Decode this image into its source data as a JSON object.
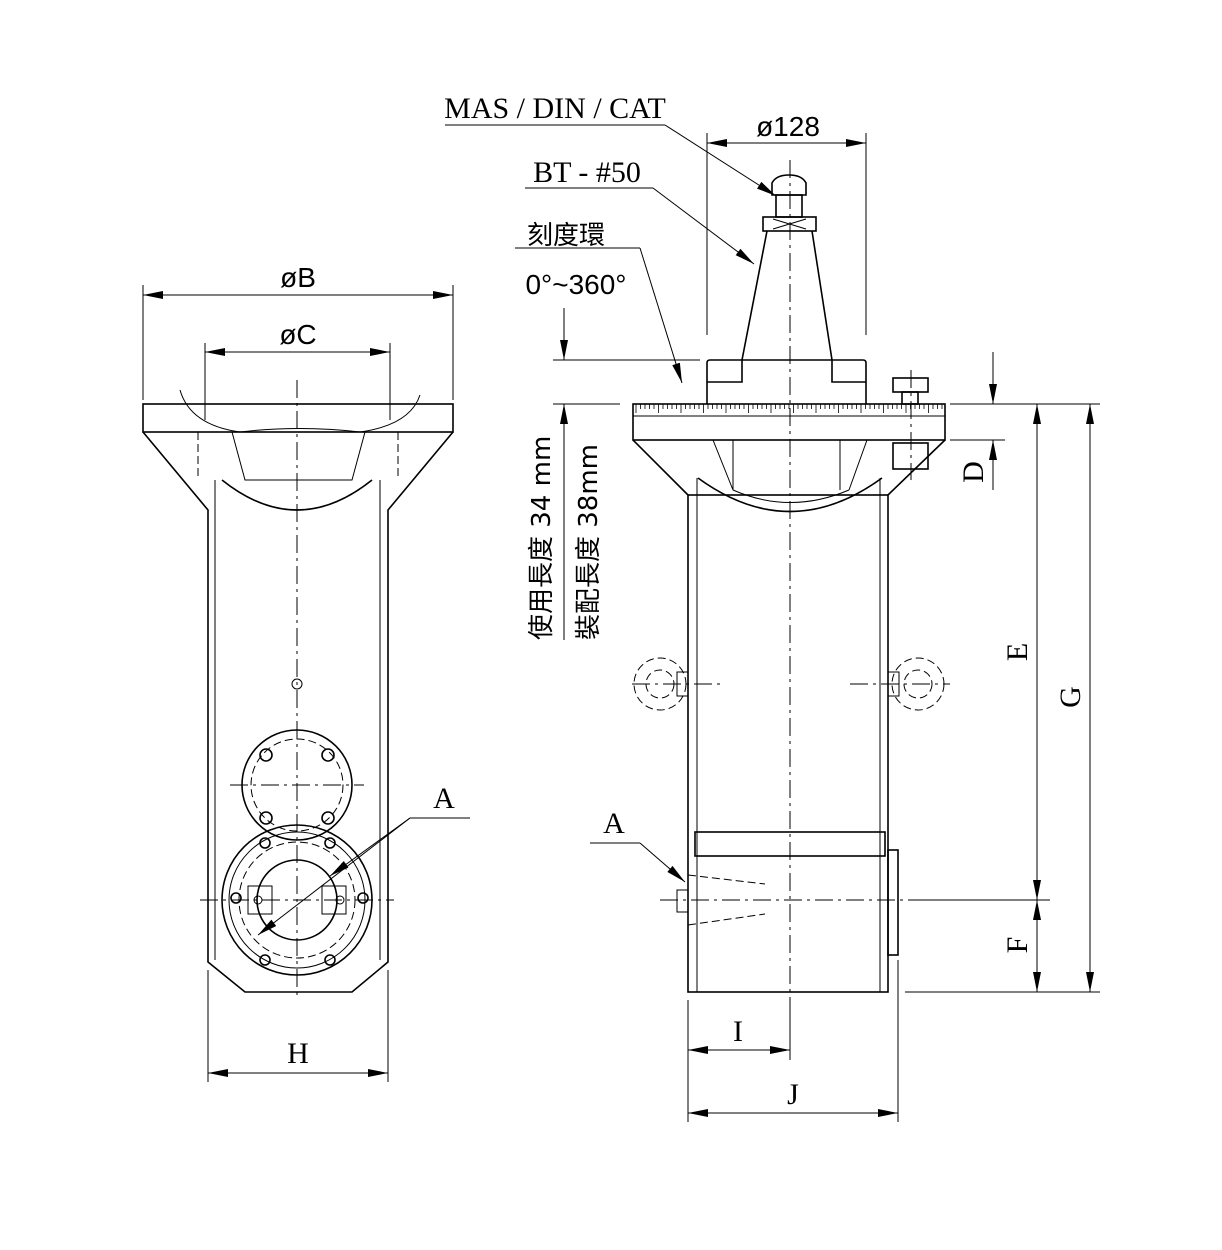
{
  "labels": {
    "mas_din_cat": "MAS / DIN / CAT",
    "bt50": "BT - #50",
    "dial_ring": "刻度環",
    "dial_range": "0°~360°",
    "dia128": "ø128",
    "dia_b": "øB",
    "dia_c": "øC",
    "a_left": "A",
    "a_right": "A",
    "usable_length": "使用長度 34 mm",
    "assembly_length": "裝配長度 38mm",
    "d": "D",
    "e": "E",
    "f": "F",
    "g": "G",
    "h": "H",
    "i": "I",
    "j": "J"
  }
}
